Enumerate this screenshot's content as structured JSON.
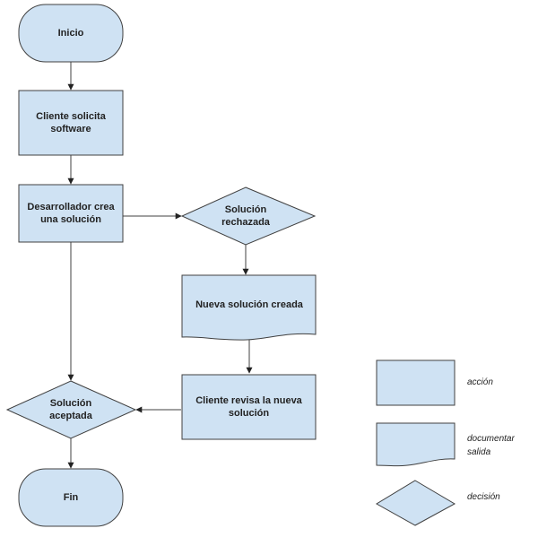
{
  "diagram": {
    "nodes": [
      {
        "id": "inicio",
        "type": "terminal",
        "label": "Inicio"
      },
      {
        "id": "cliente-solicita",
        "type": "action",
        "label": "Cliente solicita software"
      },
      {
        "id": "desarrollador-crea",
        "type": "action",
        "label": "Desarrollador crea una solución"
      },
      {
        "id": "solucion-rechazada",
        "type": "decision",
        "label": "Solución rechazada"
      },
      {
        "id": "nueva-solucion",
        "type": "document",
        "label": "Nueva solución creada"
      },
      {
        "id": "cliente-revisa",
        "type": "action",
        "label": "Cliente revisa la nueva solución"
      },
      {
        "id": "solucion-aceptada",
        "type": "decision",
        "label": "Solución aceptada"
      },
      {
        "id": "fin",
        "type": "terminal",
        "label": "Fin"
      }
    ],
    "edges": [
      {
        "from": "inicio",
        "to": "cliente-solicita"
      },
      {
        "from": "cliente-solicita",
        "to": "desarrollador-crea"
      },
      {
        "from": "desarrollador-crea",
        "to": "solucion-rechazada"
      },
      {
        "from": "desarrollador-crea",
        "to": "solucion-aceptada"
      },
      {
        "from": "solucion-rechazada",
        "to": "nueva-solucion"
      },
      {
        "from": "nueva-solucion",
        "to": "cliente-revisa"
      },
      {
        "from": "cliente-revisa",
        "to": "solucion-aceptada"
      },
      {
        "from": "solucion-aceptada",
        "to": "fin"
      }
    ],
    "legend": [
      {
        "type": "action",
        "label": "acción"
      },
      {
        "type": "document",
        "label": "documentar salida"
      },
      {
        "type": "decision",
        "label": "decisión"
      }
    ],
    "colors": {
      "fill": "#cfe2f3",
      "stroke": "#404040"
    }
  }
}
